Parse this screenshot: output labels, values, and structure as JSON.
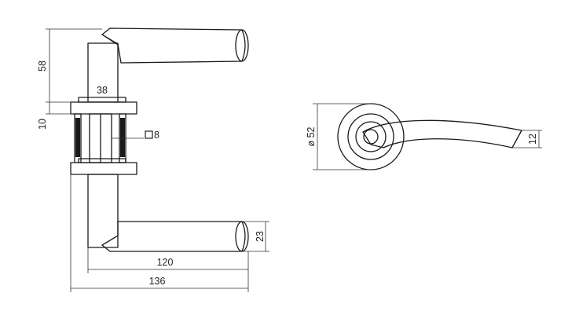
{
  "drawing": {
    "side_view": {
      "dim_lever_projection": "58",
      "dim_rose_thickness": "10",
      "dim_rose_inner_width": "38",
      "dim_spindle_square": "8",
      "dim_lever_length": "120",
      "dim_total_length": "136",
      "dim_grip_diameter": "23"
    },
    "front_view": {
      "dim_rose_diameter": "ø 52",
      "dim_lever_end": "12"
    }
  },
  "colors": {
    "line": "#1a1a1a",
    "background": "#ffffff"
  },
  "icons": {
    "spindle_square_symbol": "square-icon"
  }
}
